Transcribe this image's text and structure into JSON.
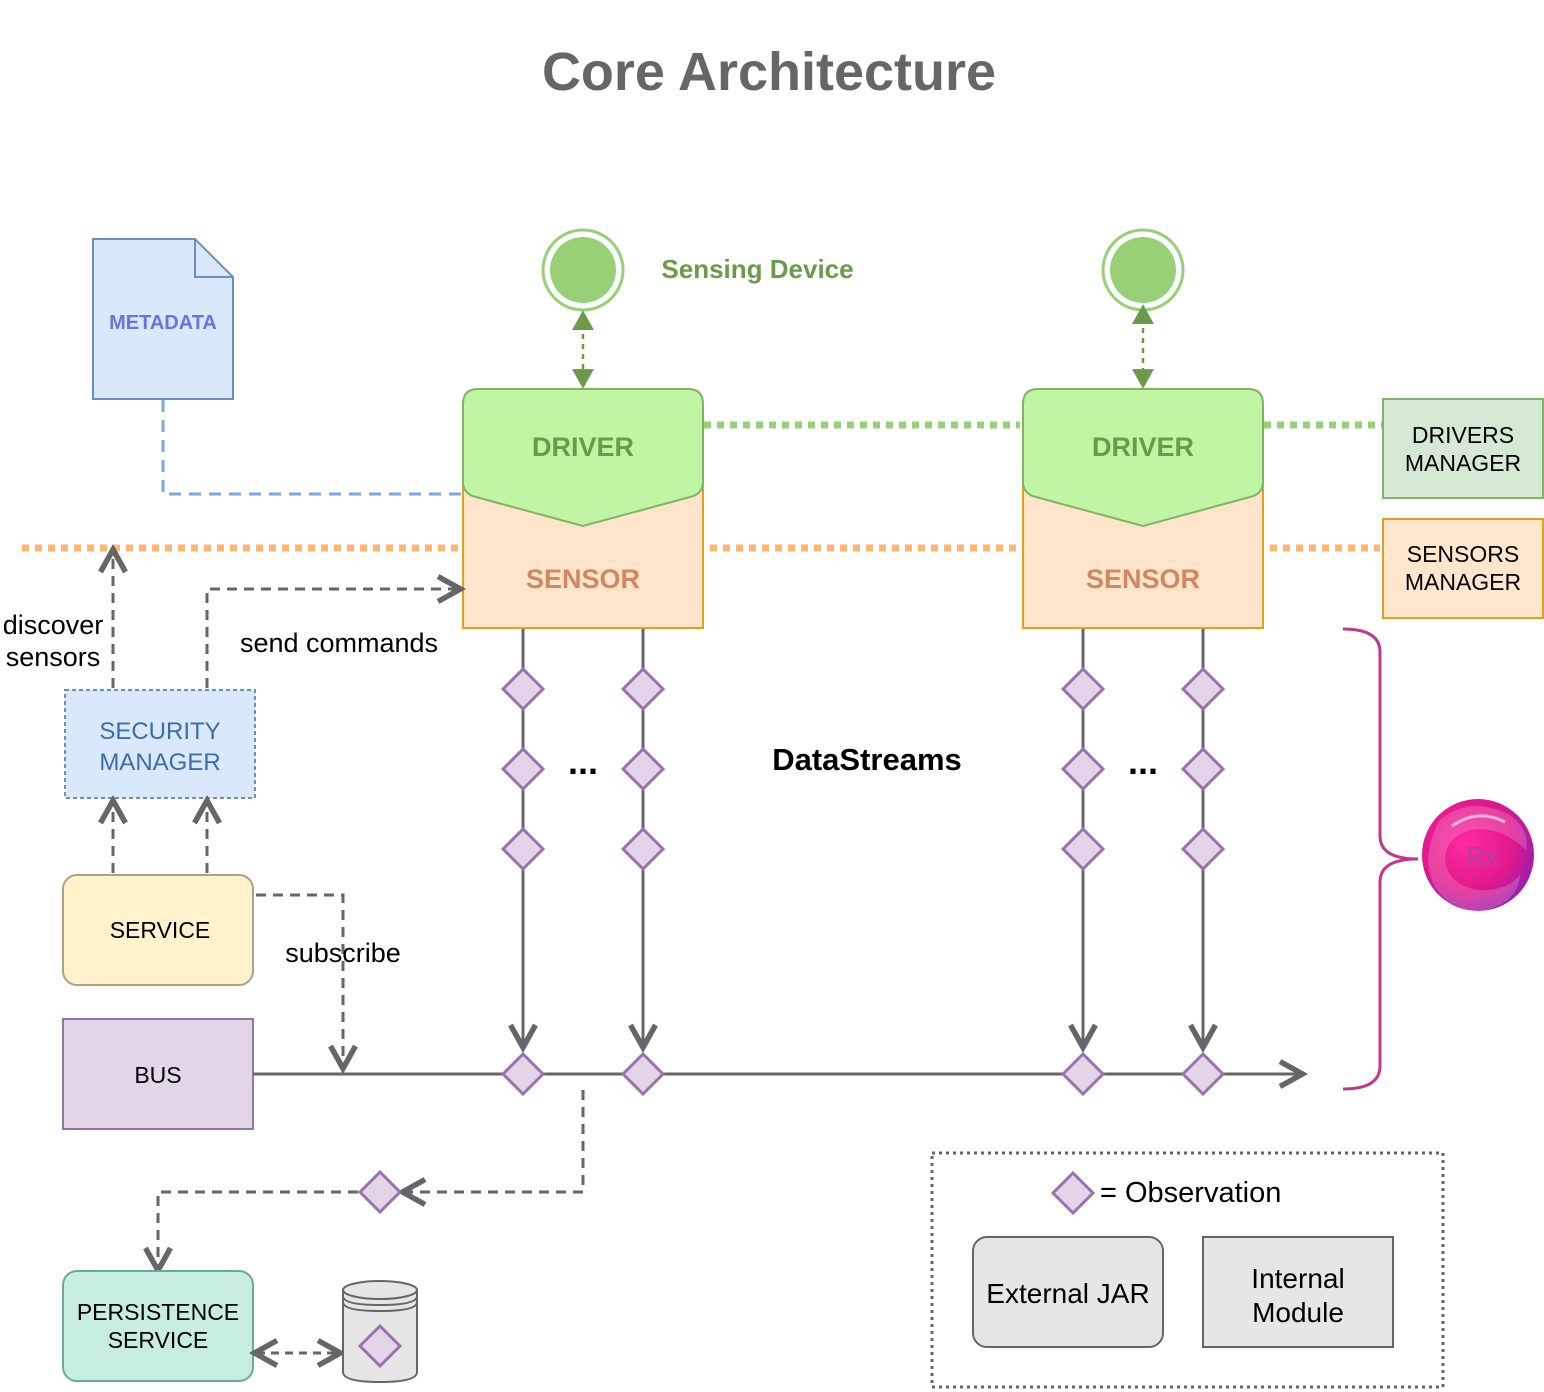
{
  "title": "Core Architecture",
  "sensing_device_label": "Sensing Device",
  "metadata_label": "METADATA",
  "driver_label": "DRIVER",
  "sensor_label": "SENSOR",
  "drivers_manager_label": "DRIVERS\nMANAGER",
  "sensors_manager_label": "SENSORS\nMANAGER",
  "discover_sensors_label": "discover\nsensors",
  "send_commands_label": "send commands",
  "security_manager_label": "SECURITY\nMANAGER",
  "service_label": "SERVICE",
  "subscribe_label": "subscribe",
  "bus_label": "BUS",
  "datastreams_label": "DataStreams",
  "ellipsis": "...",
  "persistence_service_label": "PERSISTENCE\nSERVICE",
  "rx_label": "Rx",
  "legend": {
    "observation_label": "= Observation",
    "external_jar_label": "External JAR",
    "internal_module_label": "Internal\nModule"
  },
  "colors": {
    "driver_fill": "#c0f5a3",
    "driver_text": "#6a9a4a",
    "sensor_fill": "#fde4cb",
    "sensor_stroke": "#e0a020",
    "sensor_text": "#d08860",
    "observation_fill": "#e1d5e7",
    "observation_stroke": "#9a72b0",
    "rx_pink": "#e0188c"
  }
}
